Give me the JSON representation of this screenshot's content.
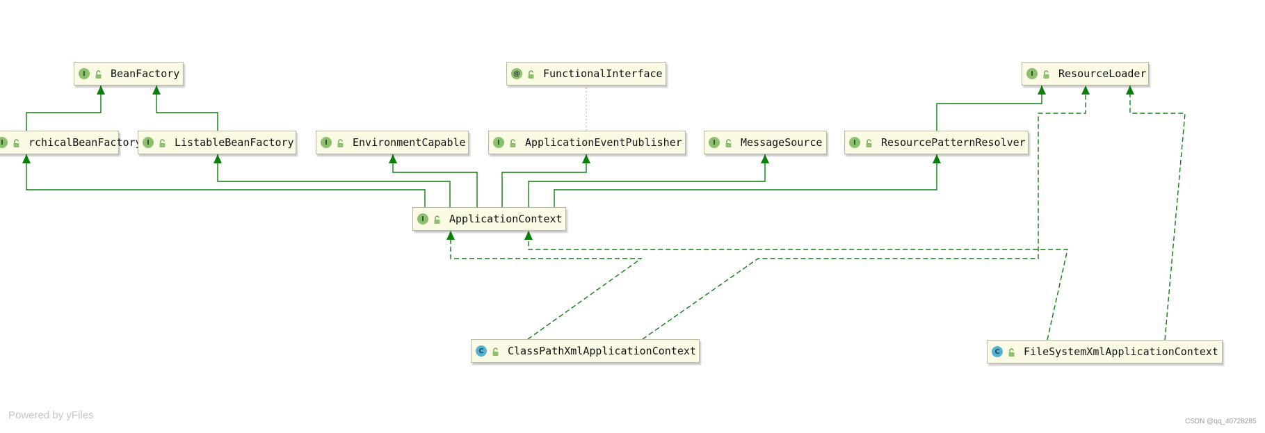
{
  "diagram": {
    "nodes": [
      {
        "id": "BeanFactory",
        "label": "BeanFactory",
        "kind": "interface",
        "badge": "I"
      },
      {
        "id": "FunctionalInterface",
        "label": "FunctionalInterface",
        "kind": "annotation",
        "badge": "@"
      },
      {
        "id": "ResourceLoader",
        "label": "ResourceLoader",
        "kind": "interface",
        "badge": "I"
      },
      {
        "id": "HierarchicalBeanFactory",
        "label": "rchicalBeanFactory",
        "kind": "interface",
        "badge": "I"
      },
      {
        "id": "ListableBeanFactory",
        "label": "ListableBeanFactory",
        "kind": "interface",
        "badge": "I"
      },
      {
        "id": "EnvironmentCapable",
        "label": "EnvironmentCapable",
        "kind": "interface",
        "badge": "I"
      },
      {
        "id": "ApplicationEventPublisher",
        "label": "ApplicationEventPublisher",
        "kind": "interface",
        "badge": "I"
      },
      {
        "id": "MessageSource",
        "label": "MessageSource",
        "kind": "interface",
        "badge": "I"
      },
      {
        "id": "ResourcePatternResolver",
        "label": "ResourcePatternResolver",
        "kind": "interface",
        "badge": "I"
      },
      {
        "id": "ApplicationContext",
        "label": "ApplicationContext",
        "kind": "interface",
        "badge": "I"
      },
      {
        "id": "ClassPathXmlApplicationContext",
        "label": "ClassPathXmlApplicationContext",
        "kind": "class",
        "badge": "C"
      },
      {
        "id": "FileSystemXmlApplicationContext",
        "label": "FileSystemXmlApplicationContext",
        "kind": "class",
        "badge": "C"
      }
    ],
    "edges": [
      {
        "from": "HierarchicalBeanFactory",
        "to": "BeanFactory",
        "type": "extends"
      },
      {
        "from": "ListableBeanFactory",
        "to": "BeanFactory",
        "type": "extends"
      },
      {
        "from": "ApplicationContext",
        "to": "HierarchicalBeanFactory",
        "type": "extends"
      },
      {
        "from": "ApplicationContext",
        "to": "ListableBeanFactory",
        "type": "extends"
      },
      {
        "from": "ApplicationContext",
        "to": "EnvironmentCapable",
        "type": "extends"
      },
      {
        "from": "ApplicationContext",
        "to": "ApplicationEventPublisher",
        "type": "extends"
      },
      {
        "from": "ApplicationContext",
        "to": "MessageSource",
        "type": "extends"
      },
      {
        "from": "ApplicationContext",
        "to": "ResourcePatternResolver",
        "type": "extends"
      },
      {
        "from": "ResourcePatternResolver",
        "to": "ResourceLoader",
        "type": "extends"
      },
      {
        "from": "ApplicationEventPublisher",
        "to": "FunctionalInterface",
        "type": "annotated"
      },
      {
        "from": "ClassPathXmlApplicationContext",
        "to": "ApplicationContext",
        "type": "implements"
      },
      {
        "from": "ClassPathXmlApplicationContext",
        "to": "ResourceLoader",
        "type": "implements"
      },
      {
        "from": "FileSystemXmlApplicationContext",
        "to": "ApplicationContext",
        "type": "implements"
      },
      {
        "from": "FileSystemXmlApplicationContext",
        "to": "ResourceLoader",
        "type": "implements"
      }
    ]
  },
  "colors": {
    "edge": "#0a7f0a",
    "node_fill": "#fbfbe5",
    "annotation_edge": "#c9c090"
  },
  "footer": {
    "powered_by": "Powered by yFiles",
    "watermark": "CSDN @qq_40728285"
  }
}
